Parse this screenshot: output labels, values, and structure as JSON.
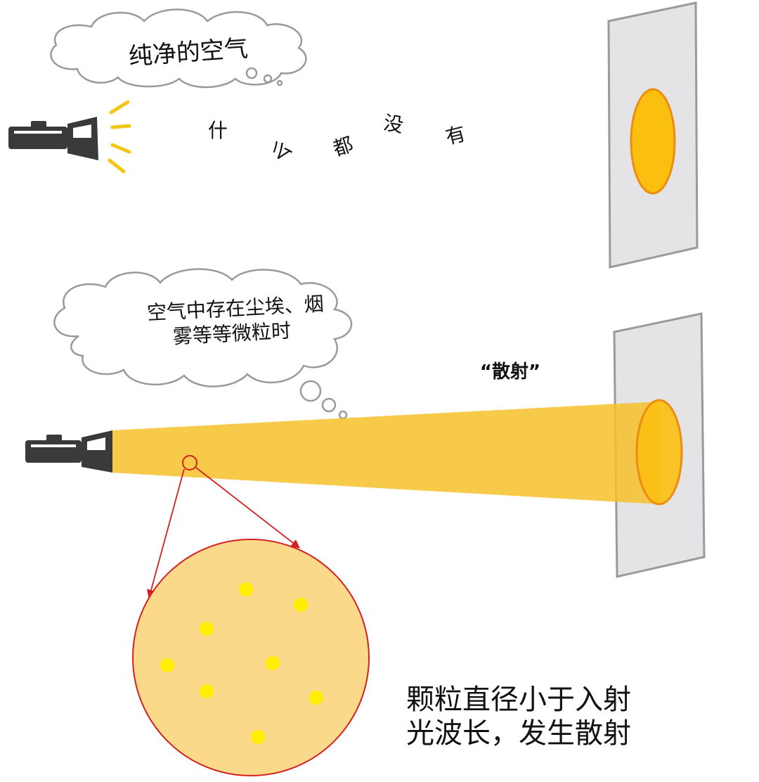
{
  "scene_top": {
    "thought": "纯净的空气",
    "floating_chars": [
      "什",
      "么",
      "都",
      "没",
      "有"
    ]
  },
  "scene_bottom": {
    "thought_line1": "空气中存在尘埃、烟",
    "thought_line2": "雾等等微粒时",
    "beam_label": "“散射”"
  },
  "caption": {
    "line1": "颗粒直径小于入射",
    "line2": "光波长，发生散射"
  },
  "colors": {
    "beam": "#f7c12a",
    "spot": "#fbbf10",
    "spot_edge": "#ef8b10",
    "magnifier_fill": "#fbd98a",
    "magnifier_edge": "#d42020",
    "particle": "#ffee00",
    "panel": "#e4e4e6",
    "ray": "#f5c518"
  },
  "icons": [
    "flashlight-icon",
    "light-rays-icon",
    "thought-cloud-icon",
    "magnifier-icon"
  ]
}
